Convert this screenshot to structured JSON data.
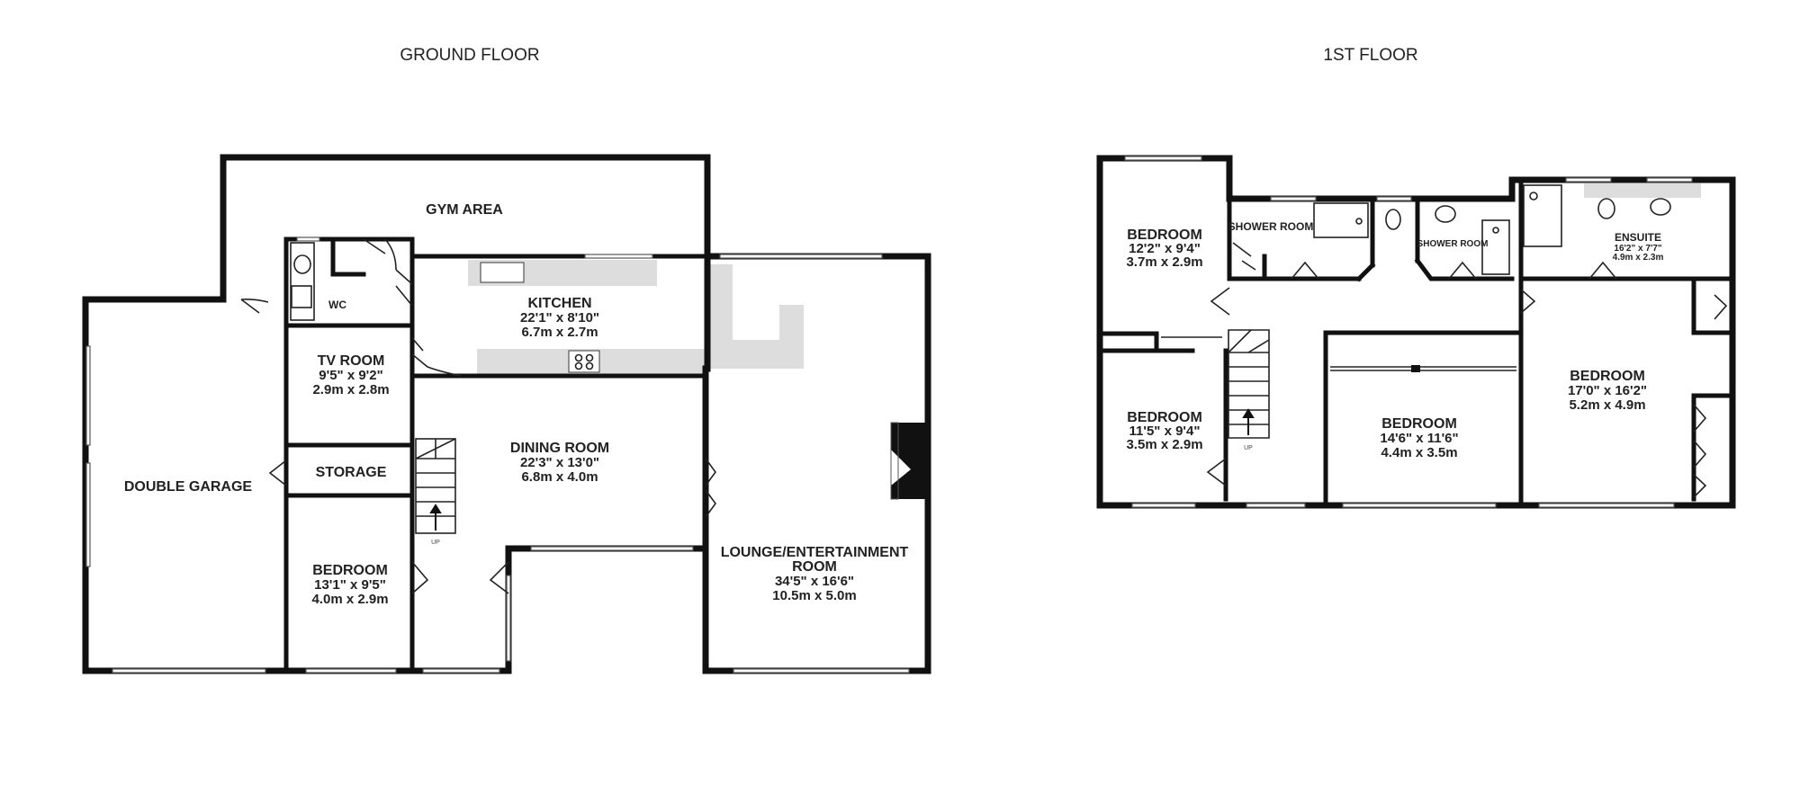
{
  "floors": {
    "ground": {
      "title": "GROUND FLOOR",
      "rooms": {
        "gym": {
          "name": "GYM AREA"
        },
        "kitchen": {
          "name": "KITCHEN",
          "dim_imperial": "22'1\"  x 8'10\"",
          "dim_metric": "6.7m  x 2.7m"
        },
        "wc": {
          "name": "WC"
        },
        "tv_room": {
          "name": "TV ROOM",
          "dim_imperial": "9'5\"  x 9'2\"",
          "dim_metric": "2.9m  x 2.8m"
        },
        "storage": {
          "name": "STORAGE"
        },
        "double_garage": {
          "name": "DOUBLE GARAGE"
        },
        "dining_room": {
          "name": "DINING ROOM",
          "dim_imperial": "22'3\"  x 13'0\"",
          "dim_metric": "6.8m  x 4.0m"
        },
        "bedroom": {
          "name": "BEDROOM",
          "dim_imperial": "13'1\"  x 9'5\"",
          "dim_metric": "4.0m  x 2.9m"
        },
        "lounge": {
          "name_line1": "LOUNGE/ENTERTAINMENT",
          "name_line2": "ROOM",
          "dim_imperial": "34'5\"  x 16'6\"",
          "dim_metric": "10.5m  x 5.0m"
        }
      },
      "stairs_label": "UP"
    },
    "first": {
      "title": "1ST FLOOR",
      "rooms": {
        "bedroom_1": {
          "name": "BEDROOM",
          "dim_imperial": "12'2\"  x 9'4\"",
          "dim_metric": "3.7m  x 2.9m"
        },
        "shower_room_1": {
          "name": "SHOWER ROOM"
        },
        "shower_room_2": {
          "name": "SHOWER ROOM"
        },
        "ensuite": {
          "name": "ENSUITE",
          "dim_imperial": "16'2\"  x 7'7\"",
          "dim_metric": "4.9m  x 2.3m"
        },
        "bedroom_2": {
          "name": "BEDROOM",
          "dim_imperial": "11'5\"  x 9'4\"",
          "dim_metric": "3.5m  x 2.9m"
        },
        "bedroom_3": {
          "name": "BEDROOM",
          "dim_imperial": "14'6\"  x 11'6\"",
          "dim_metric": "4.4m  x 3.5m"
        },
        "bedroom_4": {
          "name": "BEDROOM",
          "dim_imperial": "17'0\"  x 16'2\"",
          "dim_metric": "5.2m  x 4.9m"
        }
      },
      "stairs_label": "UP"
    }
  }
}
